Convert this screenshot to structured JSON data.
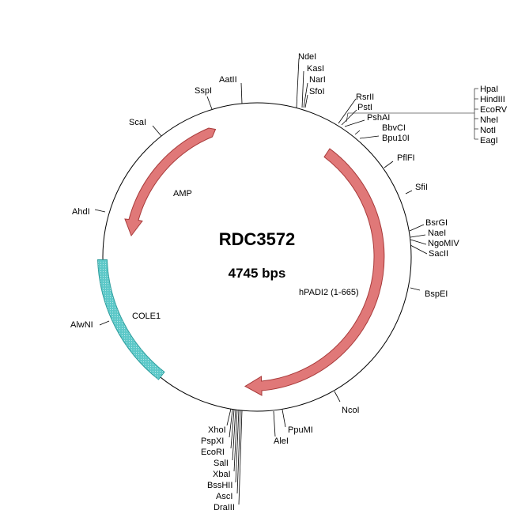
{
  "plasmid": {
    "name": "RDC3572",
    "size_label": "4745 bps"
  },
  "features": {
    "amp": {
      "label": "AMP",
      "color": "#e07878"
    },
    "hpadi2": {
      "label": "hPADI2 (1-665)",
      "color": "#e07878"
    },
    "cole1": {
      "label": "COLE1",
      "color": "#5cc8c8"
    }
  },
  "sites": {
    "ndei": "NdeI",
    "kasi": "KasI",
    "nari": "NarI",
    "sfoi": "SfoI",
    "aatii": "AatII",
    "sspi": "SspI",
    "scai": "ScaI",
    "ahdi": "AhdI",
    "alwni": "AlwNI",
    "rsrii": "RsrII",
    "psti": "PstI",
    "pshai": "PshAI",
    "bbvci": "BbvCI",
    "bpu10i": "Bpu10I",
    "pflfi": "PflFI",
    "sfii": "SfiI",
    "bsrgi": "BsrGI",
    "naei": "NaeI",
    "ngomiv": "NgoMIV",
    "sacii": "SacII",
    "bspei": "BspEI",
    "ncoi": "NcoI",
    "ppumi": "PpuMI",
    "alei": "AleI",
    "hpai": "HpaI",
    "hindiii": "HindIII",
    "ecorv": "EcoRV",
    "nhei": "NheI",
    "noti": "NotI",
    "eagi": "EagI",
    "xhoi": "XhoI",
    "pspxi": "PspXI",
    "ecori": "EcoRI",
    "sali": "SalI",
    "xbai": "XbaI",
    "bsshii": "BssHII",
    "asci": "AscI",
    "draiii": "DraIII"
  }
}
